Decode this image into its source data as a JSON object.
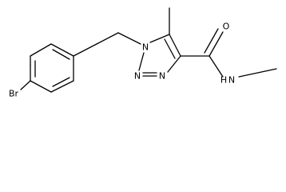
{
  "molecule": {
    "atoms": {
      "br": "Br",
      "n1": "N",
      "n2": "N",
      "n3": "N",
      "o": "O",
      "nh": "H",
      "nh_n": "N"
    }
  }
}
